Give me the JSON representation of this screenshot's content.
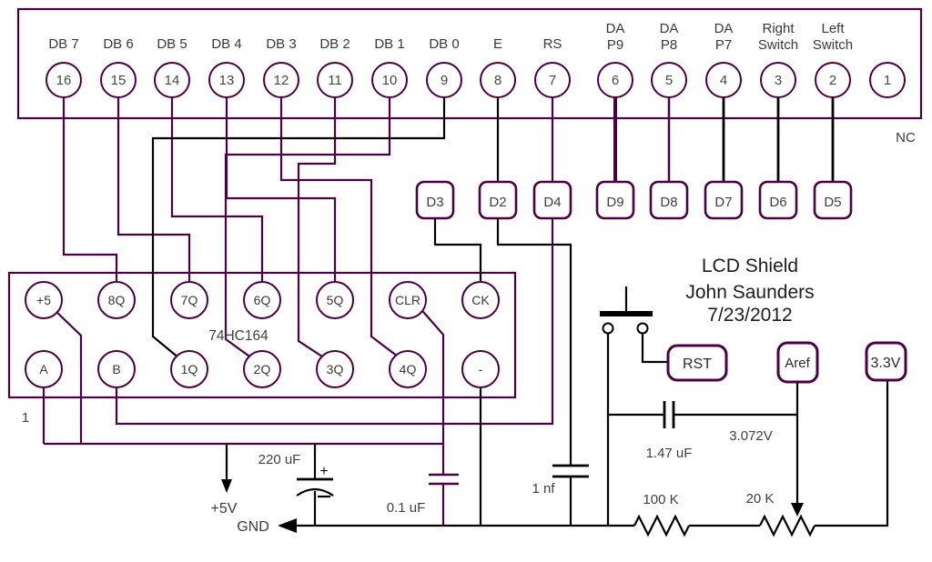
{
  "colors": {
    "wire_purple": "#4b0046",
    "wire_black": "#000000",
    "text_gray": "#3f3f3f",
    "bg": "#ffffff"
  },
  "connector": {
    "nc_label": "NC",
    "pins": [
      {
        "number": "16",
        "label": "DB 7"
      },
      {
        "number": "15",
        "label": "DB 6"
      },
      {
        "number": "14",
        "label": "DB 5"
      },
      {
        "number": "13",
        "label": "DB 4"
      },
      {
        "number": "12",
        "label": "DB 3"
      },
      {
        "number": "11",
        "label": "DB 2"
      },
      {
        "number": "10",
        "label": "DB 1"
      },
      {
        "number": "9",
        "label": "DB 0"
      },
      {
        "number": "8",
        "label": "E"
      },
      {
        "number": "7",
        "label": "RS"
      },
      {
        "number": "6",
        "label": "DA",
        "label2": "P9"
      },
      {
        "number": "5",
        "label": "DA",
        "label2": "P8"
      },
      {
        "number": "4",
        "label": "DA",
        "label2": "P7"
      },
      {
        "number": "3",
        "label": "Right",
        "label2": "Switch"
      },
      {
        "number": "2",
        "label": "Left",
        "label2": "Switch"
      },
      {
        "number": "1",
        "label": ""
      }
    ]
  },
  "arduino": {
    "d3": "D3",
    "d2": "D2",
    "d4": "D4",
    "d9": "D9",
    "d8": "D8",
    "d7": "D7",
    "d6": "D6",
    "d5": "D5"
  },
  "chip": {
    "part": "74HC164",
    "pin1": "1",
    "top": [
      "+5",
      "8Q",
      "7Q",
      "6Q",
      "5Q",
      "CLR",
      "CK"
    ],
    "bottom": [
      "A",
      "B",
      "1Q",
      "2Q",
      "3Q",
      "4Q",
      "-"
    ]
  },
  "title_block": {
    "line1": "LCD Shield",
    "line2": "John Saunders",
    "line3": "7/23/2012"
  },
  "labels": {
    "cap220": "220 uF",
    "plus": "+",
    "cap01": "0.1 uF",
    "cap1nf": "1 nf",
    "cap147": "1.47 uF",
    "r100k": "100 K",
    "r20k": "20 K",
    "aref_v": "3.072V",
    "rail5": "+5V",
    "gnd": "GND"
  },
  "boxes": {
    "rst": "RST",
    "aref": "Aref",
    "v33": "3.3V"
  }
}
